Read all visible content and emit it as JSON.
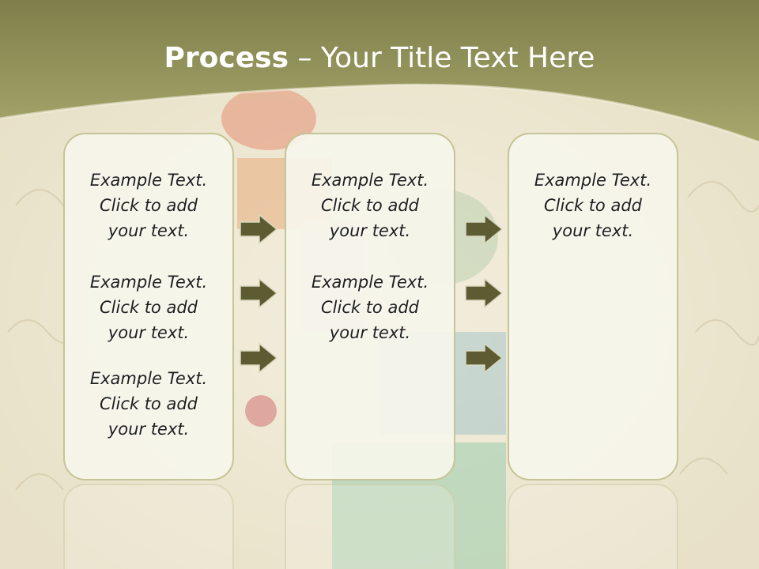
{
  "title": {
    "bold": "Process",
    "rest": " – Your Title Text Here"
  },
  "columns": [
    {
      "items": [
        [
          "Example Text.",
          "Click  to add",
          "your text."
        ],
        [
          "Example Text.",
          "Click  to add",
          "your text."
        ],
        [
          "Example Text.",
          "Click  to add",
          "your text."
        ]
      ]
    },
    {
      "items": [
        [
          "Example Text.",
          "Click  to add",
          "your text."
        ],
        [
          "Example Text.",
          "Click  to add",
          "your text."
        ]
      ]
    },
    {
      "items": [
        [
          "Example Text.",
          "Click  to add",
          "your text."
        ]
      ]
    }
  ],
  "colors": {
    "header": "#8b8b55",
    "arrow_fill": "#5c5b32",
    "box_border": "#c5c497"
  }
}
